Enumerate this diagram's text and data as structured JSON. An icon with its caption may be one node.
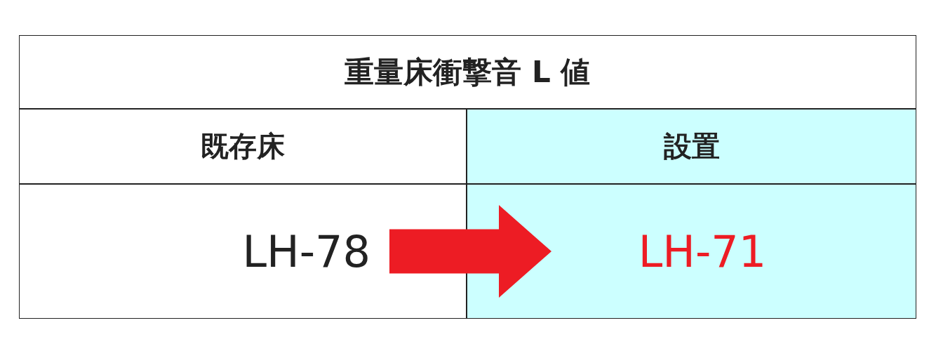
{
  "diagram": {
    "nodes": [
      {
        "text": [
          "LH-78"
        ]
      },
      {
        "text": [
          "LH-71"
        ]
      }
    ],
    "edges": [
      {
        "from": 0,
        "to": 1,
        "arrow": "to",
        "style": "thick",
        "color": "#ed1c24"
      }
    ],
    "labels": [
      "重量床衝撃音 L 値",
      "既存床",
      "設置"
    ]
  }
}
